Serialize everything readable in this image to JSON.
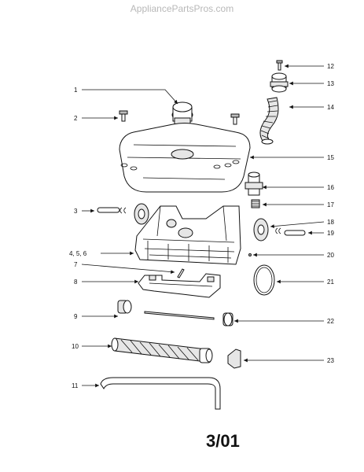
{
  "header": {
    "watermark": "AppliancePartsPros.com"
  },
  "footer": {
    "date_code": "3/01"
  },
  "callouts": [
    {
      "label": "1"
    },
    {
      "label": "2"
    },
    {
      "label": "3"
    },
    {
      "label": "4, 5, 6"
    },
    {
      "label": "7"
    },
    {
      "label": "8"
    },
    {
      "label": "9"
    },
    {
      "label": "10"
    },
    {
      "label": "11"
    },
    {
      "label": "12"
    },
    {
      "label": "13"
    },
    {
      "label": "14"
    },
    {
      "label": "15"
    },
    {
      "label": "16"
    },
    {
      "label": "17"
    },
    {
      "label": "18"
    },
    {
      "label": "19"
    },
    {
      "label": "20"
    },
    {
      "label": "21"
    },
    {
      "label": "22"
    },
    {
      "label": "23"
    }
  ],
  "colors": {
    "line": "#111111",
    "watermark": "#b8b8b8",
    "shade": "#bdbdbd"
  }
}
